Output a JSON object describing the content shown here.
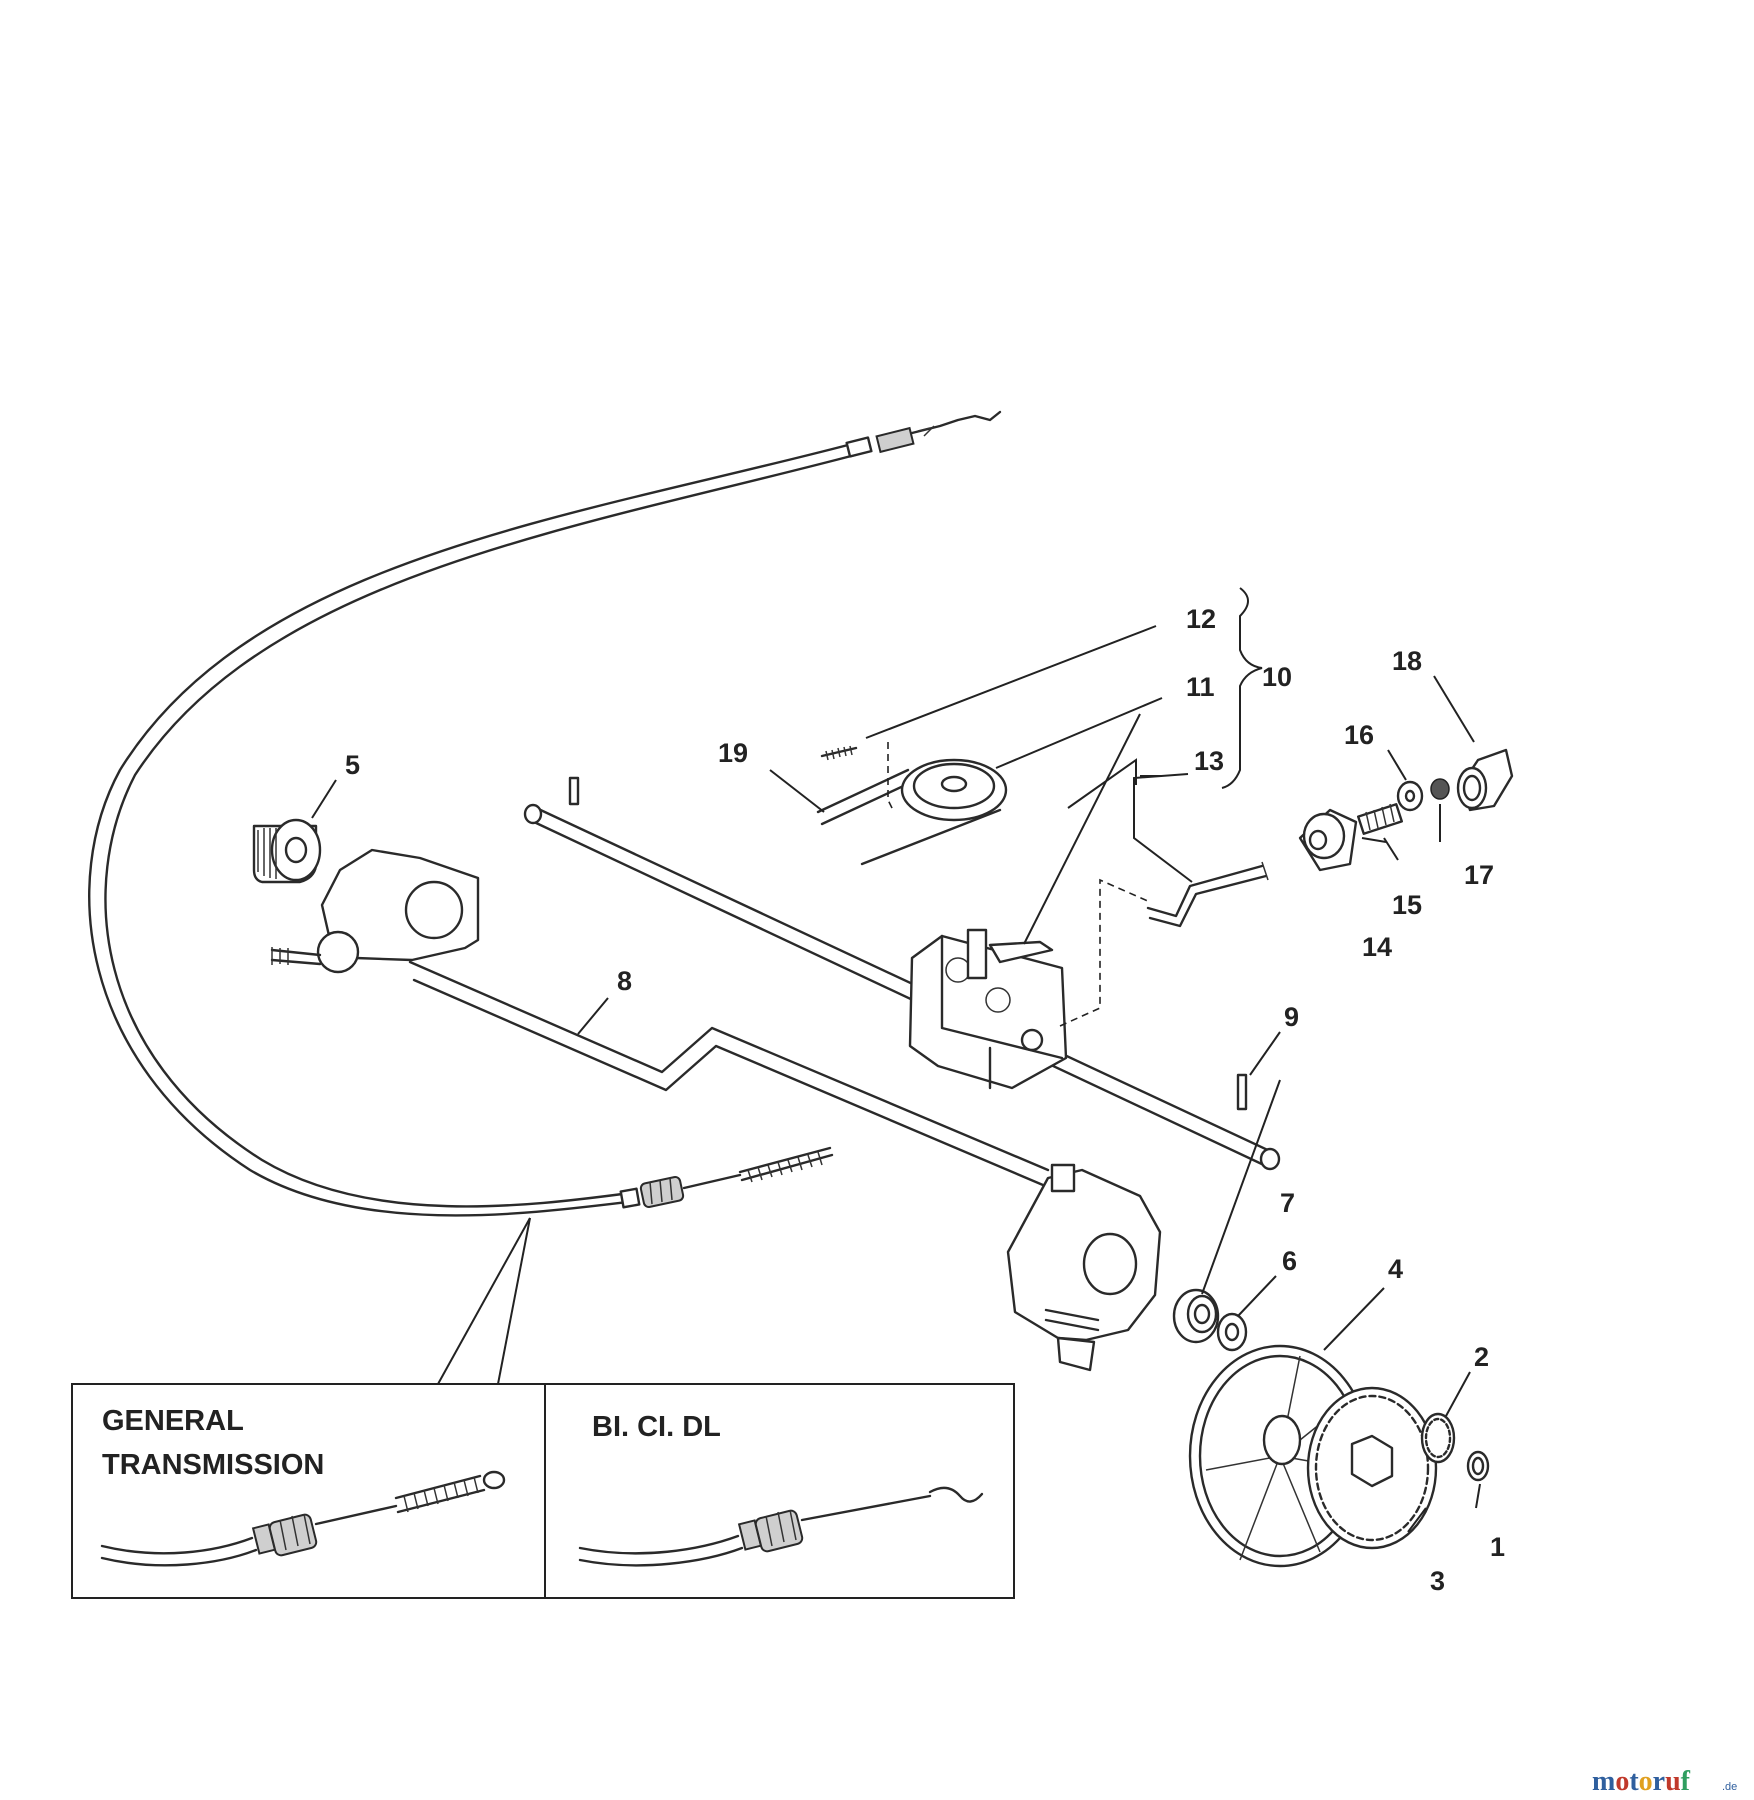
{
  "diagram": {
    "callouts": {
      "c1": "1",
      "c2": "2",
      "c3": "3",
      "c4": "4",
      "c5": "5",
      "c6": "6",
      "c7": "7",
      "c8": "8",
      "c9": "9",
      "c10": "10",
      "c11": "11",
      "c12": "12",
      "c13": "13",
      "c14": "14",
      "c15": "15",
      "c16": "16",
      "c17": "17",
      "c18": "18",
      "c19": "19"
    },
    "inset": {
      "left_title_line1": "GENERAL",
      "left_title_line2": "TRANSMISSION",
      "right_title": "BI. CI. DL"
    }
  },
  "watermark": {
    "brand_parts": [
      "m",
      "o",
      "t",
      "o",
      "r",
      "u",
      "f"
    ],
    "brand_colors": [
      "#2f5f9e",
      "#c0392b",
      "#2f5f9e",
      "#e0a020",
      "#2f5f9e",
      "#c0392b",
      "#2f9e5f"
    ],
    "suffix": ".de"
  }
}
